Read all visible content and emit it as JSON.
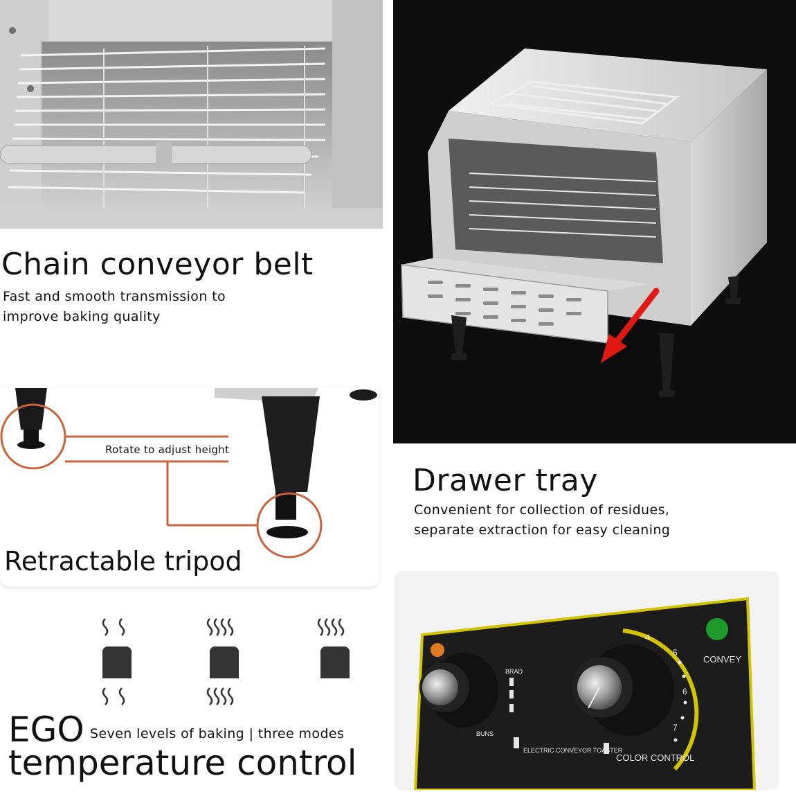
{
  "sections": {
    "conveyor": {
      "title": "Chain conveyor belt",
      "subtitle_line1": "Fast and smooth transmission to",
      "subtitle_line2": "improve baking quality"
    },
    "drawer": {
      "title": "Drawer tray",
      "subtitle_line1": "Convenient for collection of residues,",
      "subtitle_line2": "separate extraction for easy cleaning"
    },
    "tripod": {
      "title": "Retractable tripod",
      "annotation": "Rotate to adjust height"
    },
    "ego": {
      "title_line1": "EGO",
      "subtitle": "Seven levels of baking | three modes",
      "title_line2": "temperature control"
    },
    "control_panel": {
      "label_brad": "BRAD",
      "label_buns": "BUNS",
      "label_product": "ELECTRIC CONVEYOR TOASTER",
      "label_color": "COLOR CONTROL",
      "label_convey": "CONVEY",
      "dial_numbers": [
        "4",
        "5",
        "6",
        "7"
      ]
    }
  },
  "colors": {
    "accent_orange": "#c8623a",
    "arrow_red": "#e01a12",
    "panel_yellow": "#d4c400",
    "indicator_green": "#1e9a2a",
    "indicator_orange": "#e07a20"
  },
  "icons": [
    "toast-light-heat-icon",
    "toast-medium-heat-icon",
    "toast-high-heat-icon"
  ]
}
